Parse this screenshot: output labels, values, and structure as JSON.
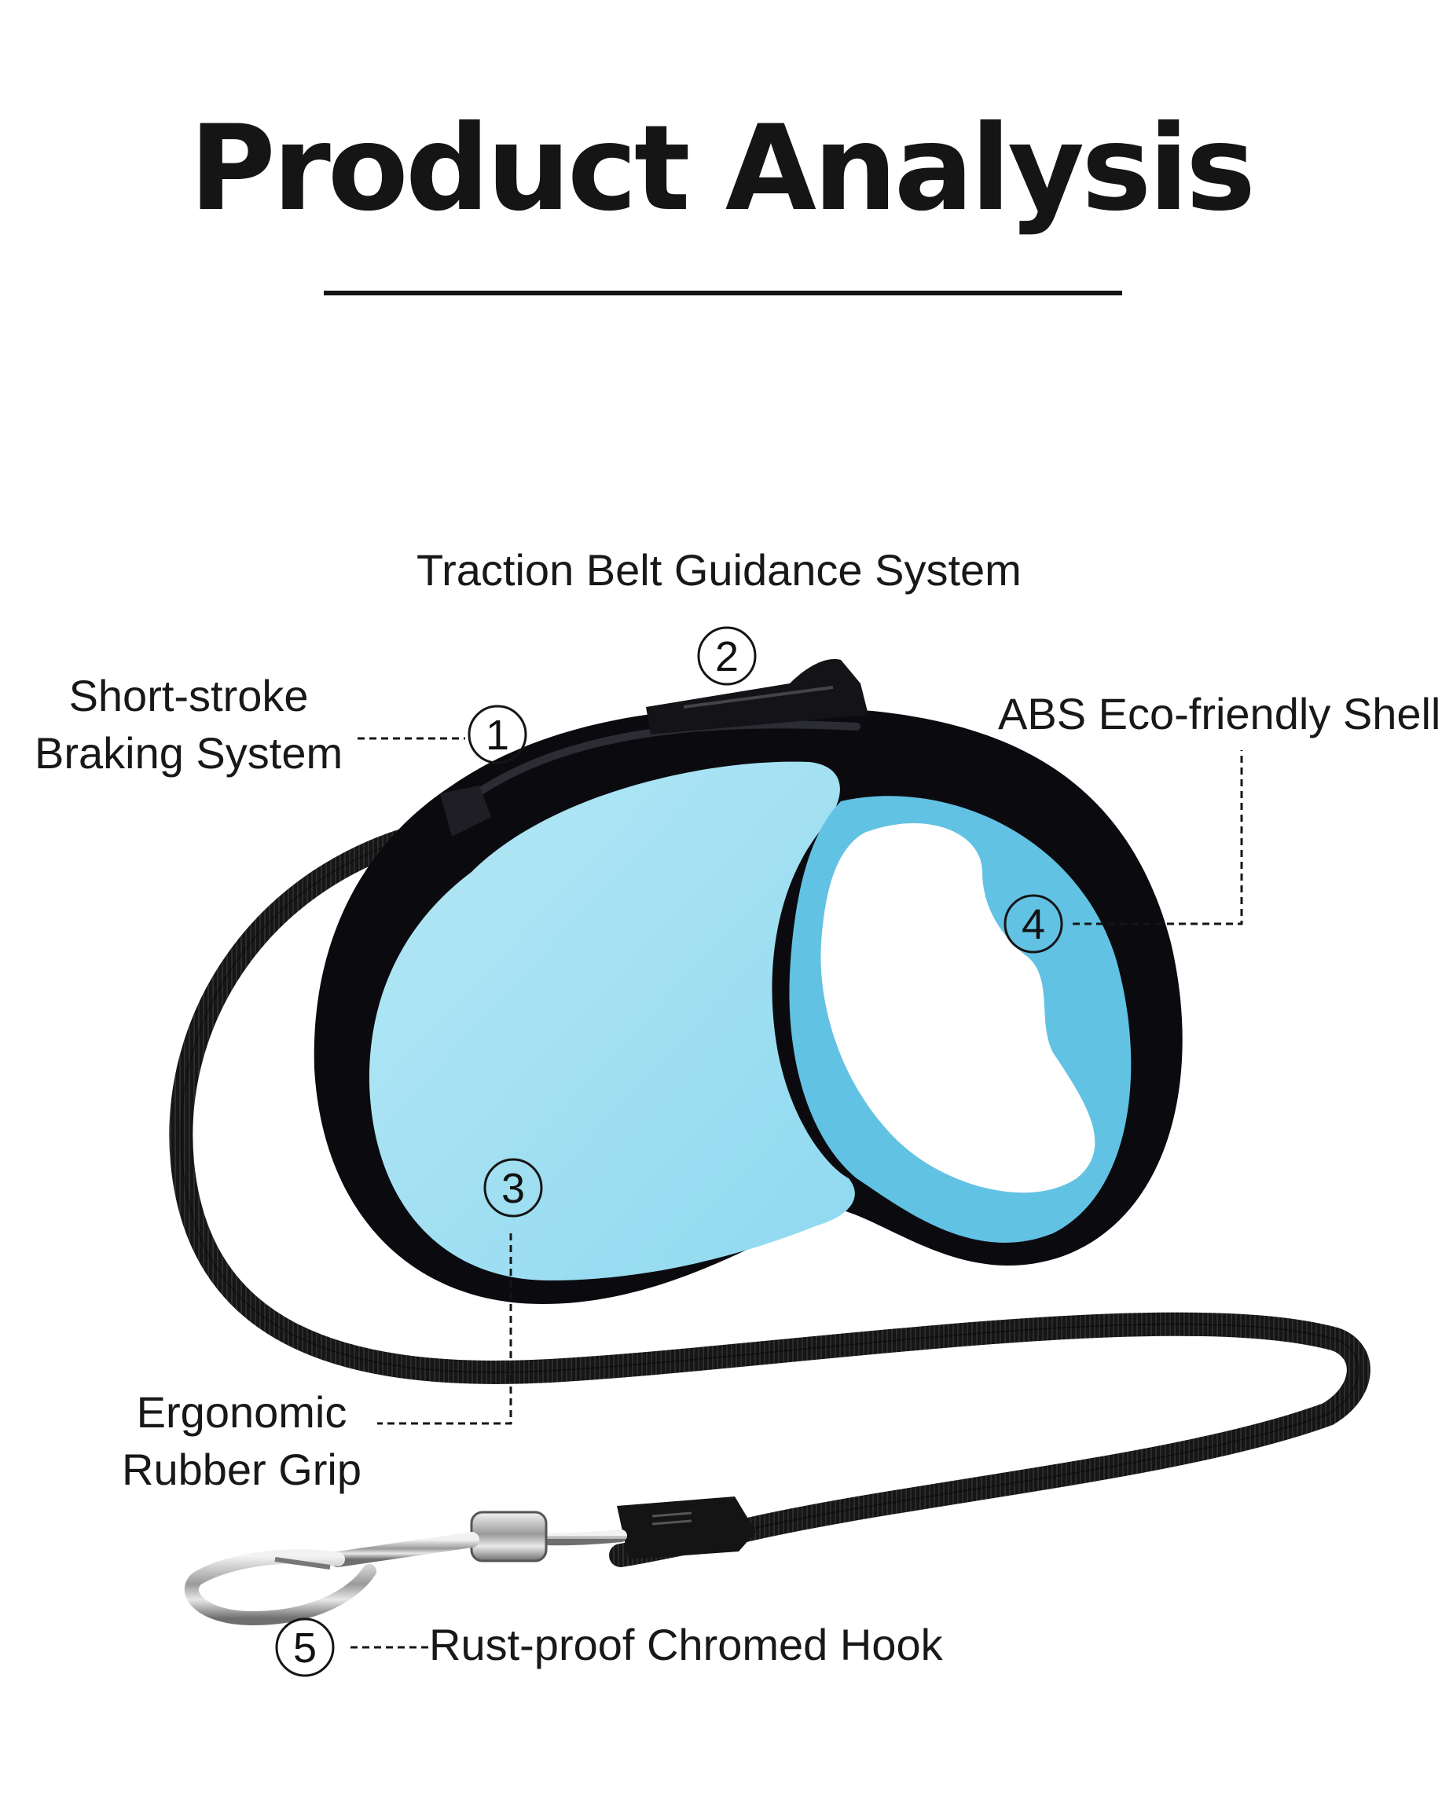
{
  "title": "Product Analysis",
  "colors": {
    "shell": "#0b0b0f",
    "panel": "#a6e2f3",
    "grip": "#62c2e3",
    "strap": "#141414",
    "hook": "#c9c9c9"
  },
  "callouts": [
    {
      "number": "1",
      "lines": [
        "Short-stroke",
        "Braking System"
      ]
    },
    {
      "number": "2",
      "lines": [
        "Traction Belt Guidance System"
      ]
    },
    {
      "number": "3",
      "lines": [
        "Ergonomic",
        "Rubber Grip"
      ]
    },
    {
      "number": "4",
      "lines": [
        "ABS Eco-friendly Shell"
      ]
    },
    {
      "number": "5",
      "lines": [
        "Rust-proof Chromed Hook"
      ]
    }
  ]
}
